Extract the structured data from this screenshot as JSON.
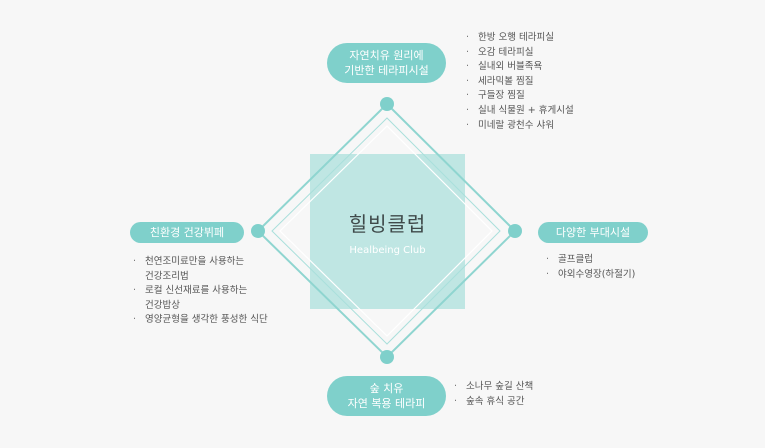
{
  "center": {
    "title": "힐빙클럽",
    "subtitle": "Healbeing Club"
  },
  "colors": {
    "teal": "#7fd0cb",
    "box": "#bfe6e3",
    "line": "#8fd5d0",
    "background": "#f7f7f7"
  },
  "top": {
    "label_line1": "자연치유 원리에",
    "label_line2": "기반한 테라피시설",
    "items": [
      "한방 오행 테라피실",
      "오감 테라피실",
      "실내외 버블족욕",
      "세라믹볼 찜질",
      "구들장 찜질",
      "실내 식물원 + 휴게시설",
      "미네랄 광천수 샤워"
    ]
  },
  "left": {
    "label": "친환경 건강뷔페",
    "items": [
      {
        "line1": "천연조미료만을 사용하는",
        "line2": "건강조리법"
      },
      {
        "line1": "로컬 신선재료를 사용하는",
        "line2": "건강밥상"
      },
      {
        "line1": "영양균형을 생각한 풍성한 식단",
        "line2": ""
      }
    ]
  },
  "right": {
    "label": "다양한 부대시설",
    "items": [
      "골프클럽",
      "야외수영장(하절기)"
    ]
  },
  "bottom": {
    "label_line1": "숲 치유",
    "label_line2": "자연 복용 테라피",
    "items": [
      "소나무 숲길 산책",
      "숲속 휴식 공간"
    ]
  }
}
